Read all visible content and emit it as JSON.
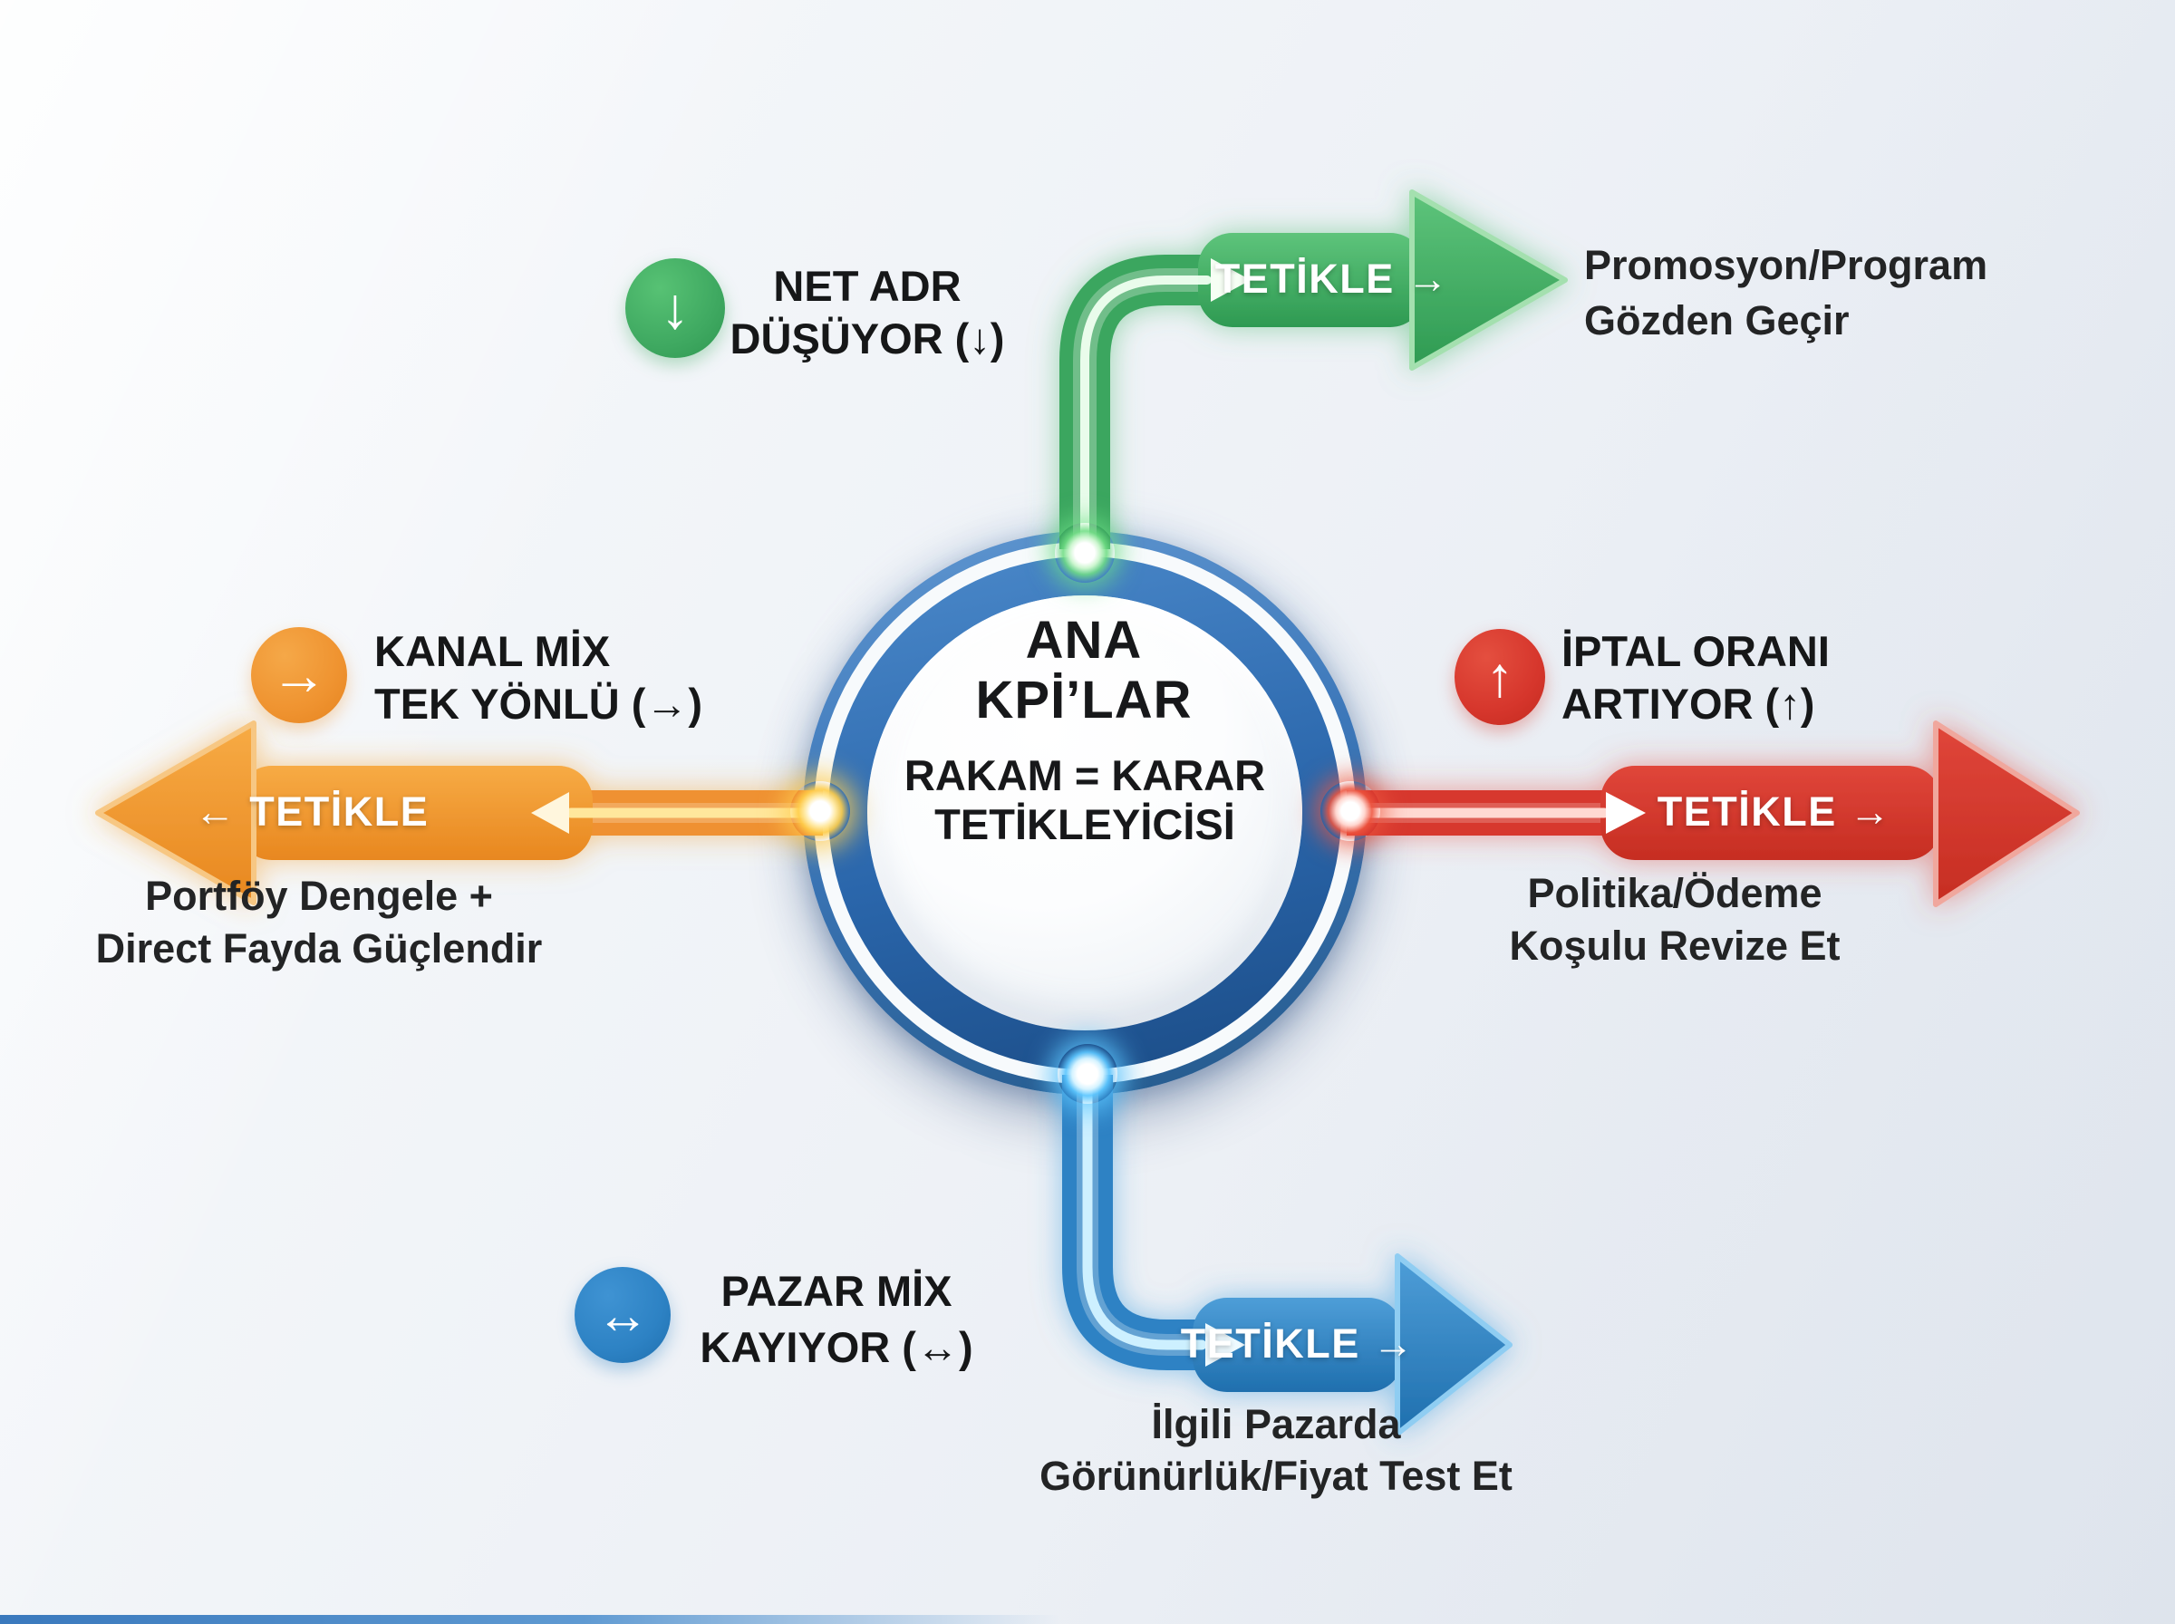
{
  "hub": {
    "title_line1": "ANA",
    "title_line2": "KPİ’LAR",
    "subtitle_line1": "RAKAM = KARAR",
    "subtitle_line2": "TETİKLEYİCİSİ",
    "ring_color": "#2a66ab"
  },
  "branches": {
    "top": {
      "icon_glyph": "↓",
      "color": "#3fa961",
      "kpi_line1": "NET ADR",
      "kpi_line2": "DÜŞÜYOR (↓)",
      "trigger_label": "TETİKLE →",
      "action_line1": "Promosyon/Program",
      "action_line2": "Gözden Geçir"
    },
    "left": {
      "icon_glyph": "→",
      "color": "#ef9330",
      "kpi_line1": "KANAL MİX",
      "kpi_line2": "TEK YÖNLÜ (→)",
      "trigger_label": "← TETİKLE",
      "action_line1": "Portföy Dengele +",
      "action_line2": "Direct Fayda Güçlendir"
    },
    "right": {
      "icon_glyph": "↑",
      "color": "#d6362c",
      "kpi_line1": "İPTAL ORANI",
      "kpi_line2": "ARTIYOR (↑)",
      "trigger_label": "TETİKLE →",
      "action_line1": "Politika/Ödeme",
      "action_line2": "Koşulu Revize Et"
    },
    "bottom": {
      "icon_glyph": "↔",
      "color": "#2d82c4",
      "kpi_line1": "PAZAR MİX",
      "kpi_line2": "KAYIYOR (↔)",
      "trigger_label": "TETİKLE →",
      "action_line1": "İlgili Pazarda",
      "action_line2": "Görünürlük/Fiyat Test Et"
    }
  }
}
